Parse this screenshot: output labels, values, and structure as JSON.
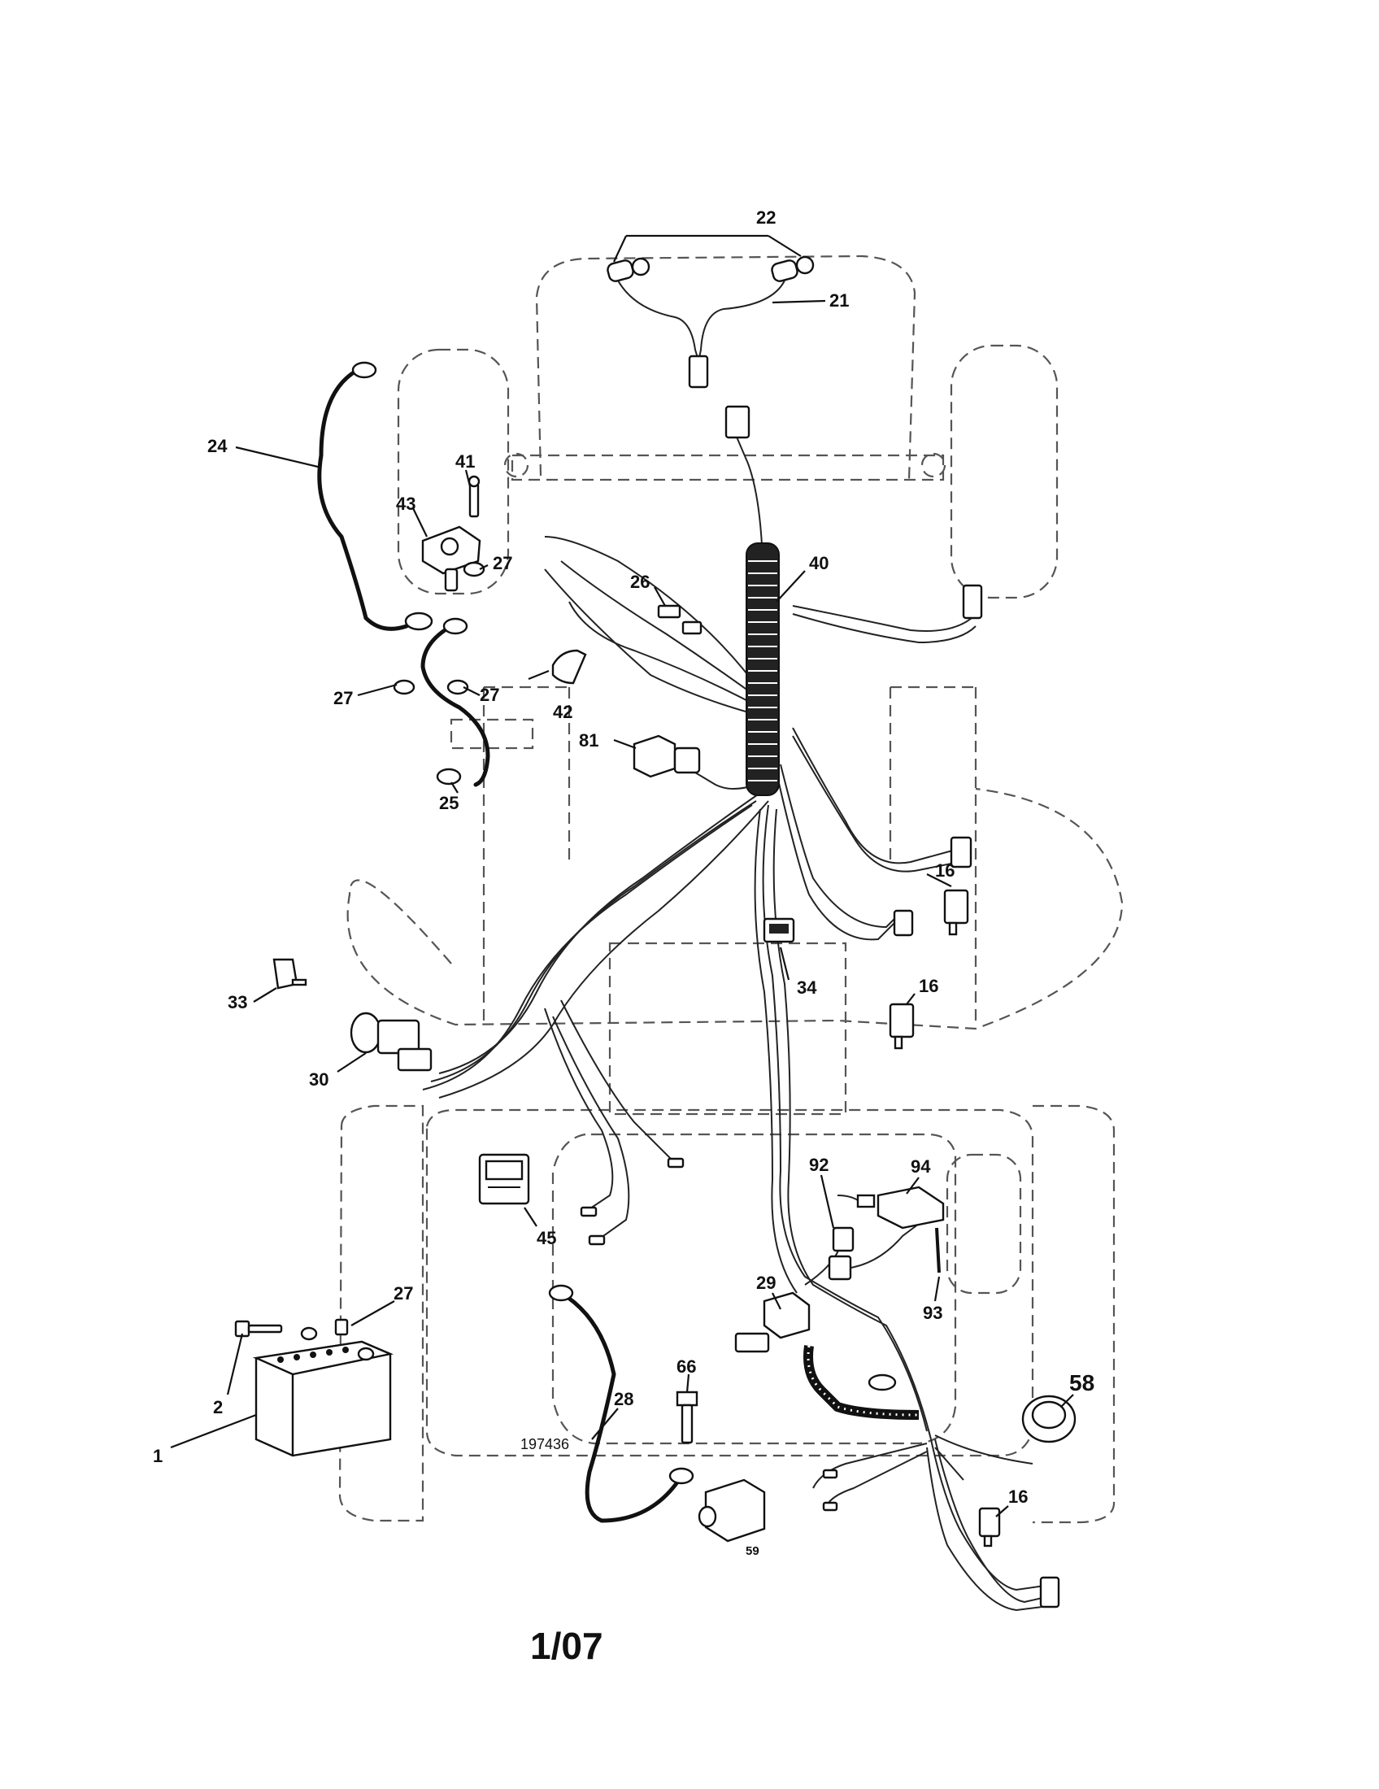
{
  "callouts": {
    "c1": "1",
    "c2": "2",
    "c16a": "16",
    "c16b": "16",
    "c16c": "16",
    "c21": "21",
    "c22": "22",
    "c24": "24",
    "c25": "25",
    "c26": "26",
    "c27a": "27",
    "c27b": "27",
    "c27c": "27",
    "c27d": "27",
    "c28": "28",
    "c29": "29",
    "c30": "30",
    "c33": "33",
    "c34": "34",
    "c40": "40",
    "c41": "41",
    "c42": "42",
    "c43": "43",
    "c45": "45",
    "c58": "58",
    "c59": "59",
    "c66": "66",
    "c81": "81",
    "c92": "92",
    "c93": "93",
    "c94": "94"
  },
  "diagram_id": "197436",
  "page_label": "1/07"
}
